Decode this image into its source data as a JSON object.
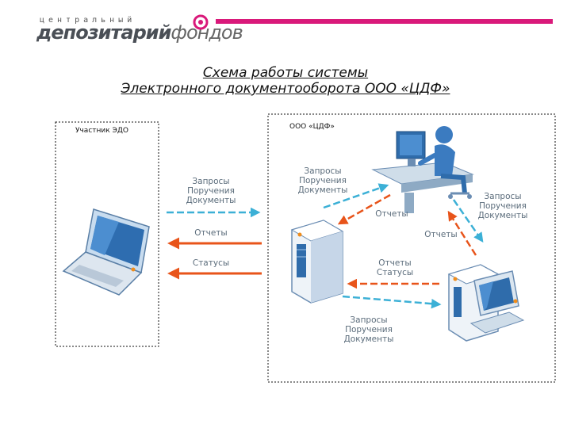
{
  "logo": {
    "top_line": "центральный",
    "main_bold": "депозитарий",
    "main_light": "фондов"
  },
  "title": {
    "line1": "Схема работы системы",
    "line2": "Электронного документооборота ООО «ЦДФ»"
  },
  "boxes": {
    "participant": "Участник ЭДО",
    "cdf": "ООО «ЦДФ»"
  },
  "labels": {
    "req_left": [
      "Запросы",
      "Поручения",
      "Документы"
    ],
    "reports_left": "Отчеты",
    "statuses_left": "Статусы",
    "req_center": [
      "Запросы",
      "Поручения",
      "Документы"
    ],
    "reports_center": "Отчеты",
    "req_right": [
      "Запросы",
      "Поручения",
      "Документы"
    ],
    "reports_right": "Отчеты",
    "reports_statuses": [
      "Отчеты",
      "Статусы"
    ],
    "req_bottom": [
      "Запросы",
      "Поручения",
      "Документы"
    ]
  },
  "colors": {
    "accent": "#d9197a",
    "request_arrow": "#3cb0d6",
    "report_arrow": "#e8541a"
  }
}
